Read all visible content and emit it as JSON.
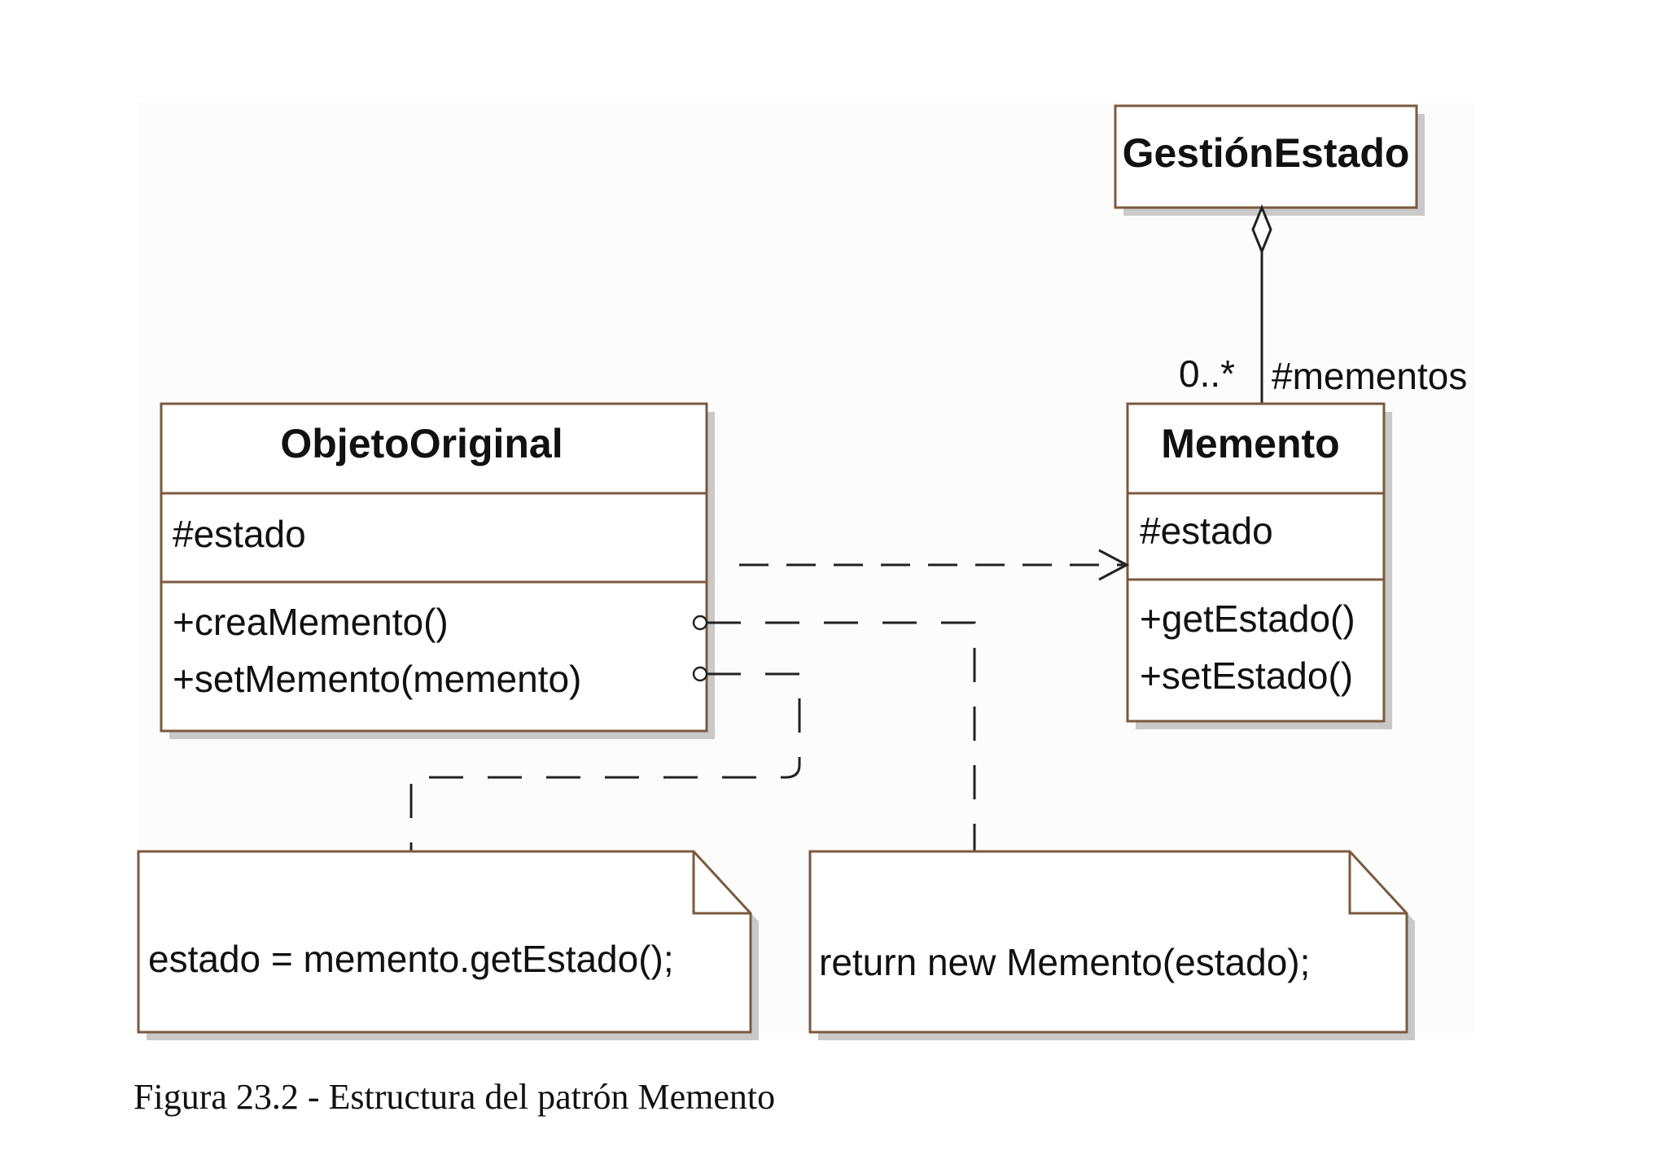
{
  "classes": {
    "gestion_estado": {
      "name": "GestiónEstado"
    },
    "objeto_original": {
      "name": "ObjetoOriginal",
      "attributes": [
        "#estado"
      ],
      "operations": [
        "+creaMemento()",
        "+setMemento(memento)"
      ]
    },
    "memento": {
      "name": "Memento",
      "attributes": [
        "#estado"
      ],
      "operations": [
        "+getEstado()",
        "+setEstado()"
      ]
    }
  },
  "association": {
    "multiplicity": "0..*",
    "role": "#mementos"
  },
  "notes": {
    "set_memento_note": "estado = memento.getEstado();",
    "crea_memento_note": "return new Memento(estado);"
  },
  "caption": "Figura 23.2 - Estructura del patrón Memento",
  "colors": {
    "box_fill": "#ffffff",
    "box_border": "#7a5a3f",
    "shadow": "#c9c9c9",
    "line": "#222222",
    "diagram_background": "#fcfcfc"
  }
}
